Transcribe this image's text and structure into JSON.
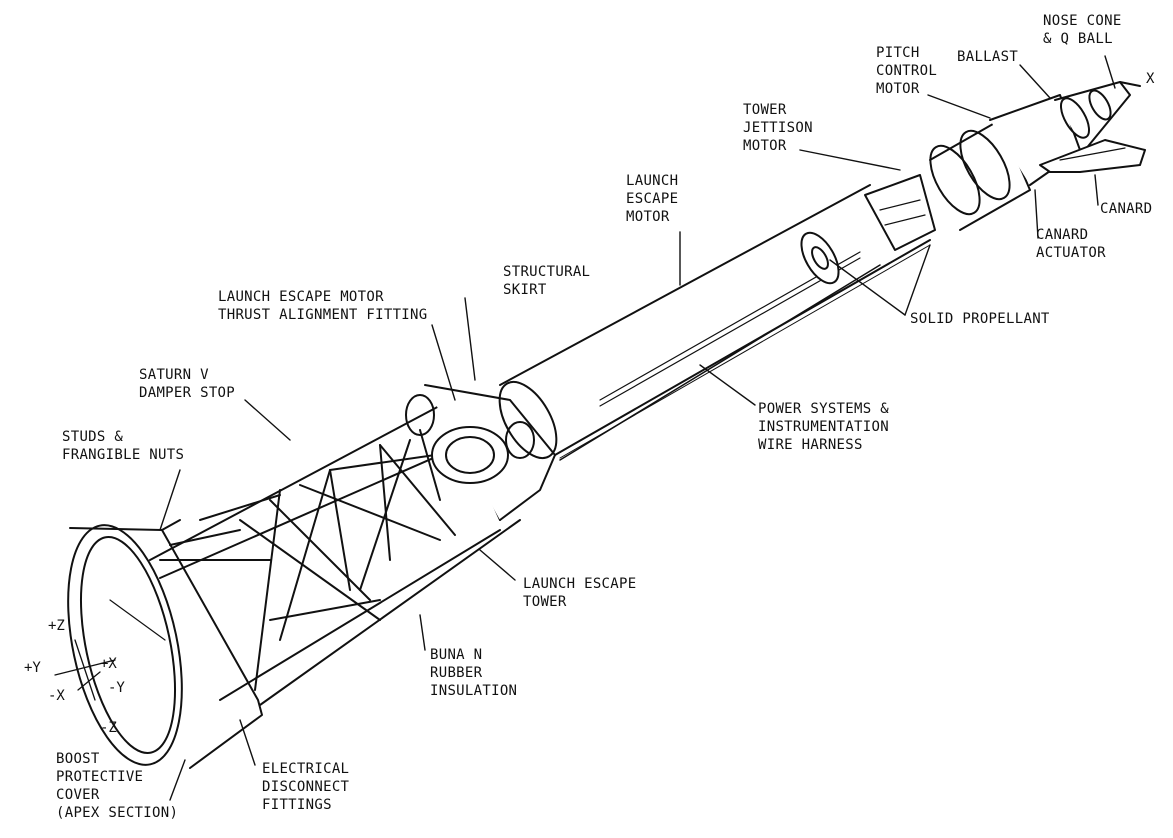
{
  "labels": {
    "nose_cone": "NOSE CONE\n& Q BALL",
    "axis_x": "X",
    "pitch_control_motor": "PITCH\nCONTROL\nMOTOR",
    "ballast": "BALLAST",
    "tower_jettison_motor": "TOWER\nJETTISON\nMOTOR",
    "canard": "CANARD",
    "canard_actuator": "CANARD\nACTUATOR",
    "launch_escape_motor": "LAUNCH\nESCAPE\nMOTOR",
    "solid_propellant": "SOLID PROPELLANT",
    "structural_skirt": "STRUCTURAL\nSKIRT",
    "thrust_alignment_fitting": "LAUNCH ESCAPE MOTOR\nTHRUST ALIGNMENT FITTING",
    "saturn_damper_stop": "SATURN V\nDAMPER STOP",
    "power_systems_harness": "POWER SYSTEMS &\nINSTRUMENTATION\nWIRE HARNESS",
    "studs_frangible_nuts": "STUDS &\nFRANGIBLE NUTS",
    "launch_escape_tower": "LAUNCH ESCAPE\nTOWER",
    "buna_n_insulation": "BUNA N\nRUBBER\nINSULATION",
    "electrical_disconnect": "ELECTRICAL\nDISCONNECT\nFITTINGS",
    "boost_protective_cover": "BOOST\nPROTECTIVE\nCOVER\n(APEX SECTION)"
  },
  "axes": {
    "plus_z": "+Z",
    "plus_y": "+Y",
    "plus_x": "+X",
    "minus_x": "-X",
    "minus_y": "-Y",
    "minus_z": "-Z"
  }
}
